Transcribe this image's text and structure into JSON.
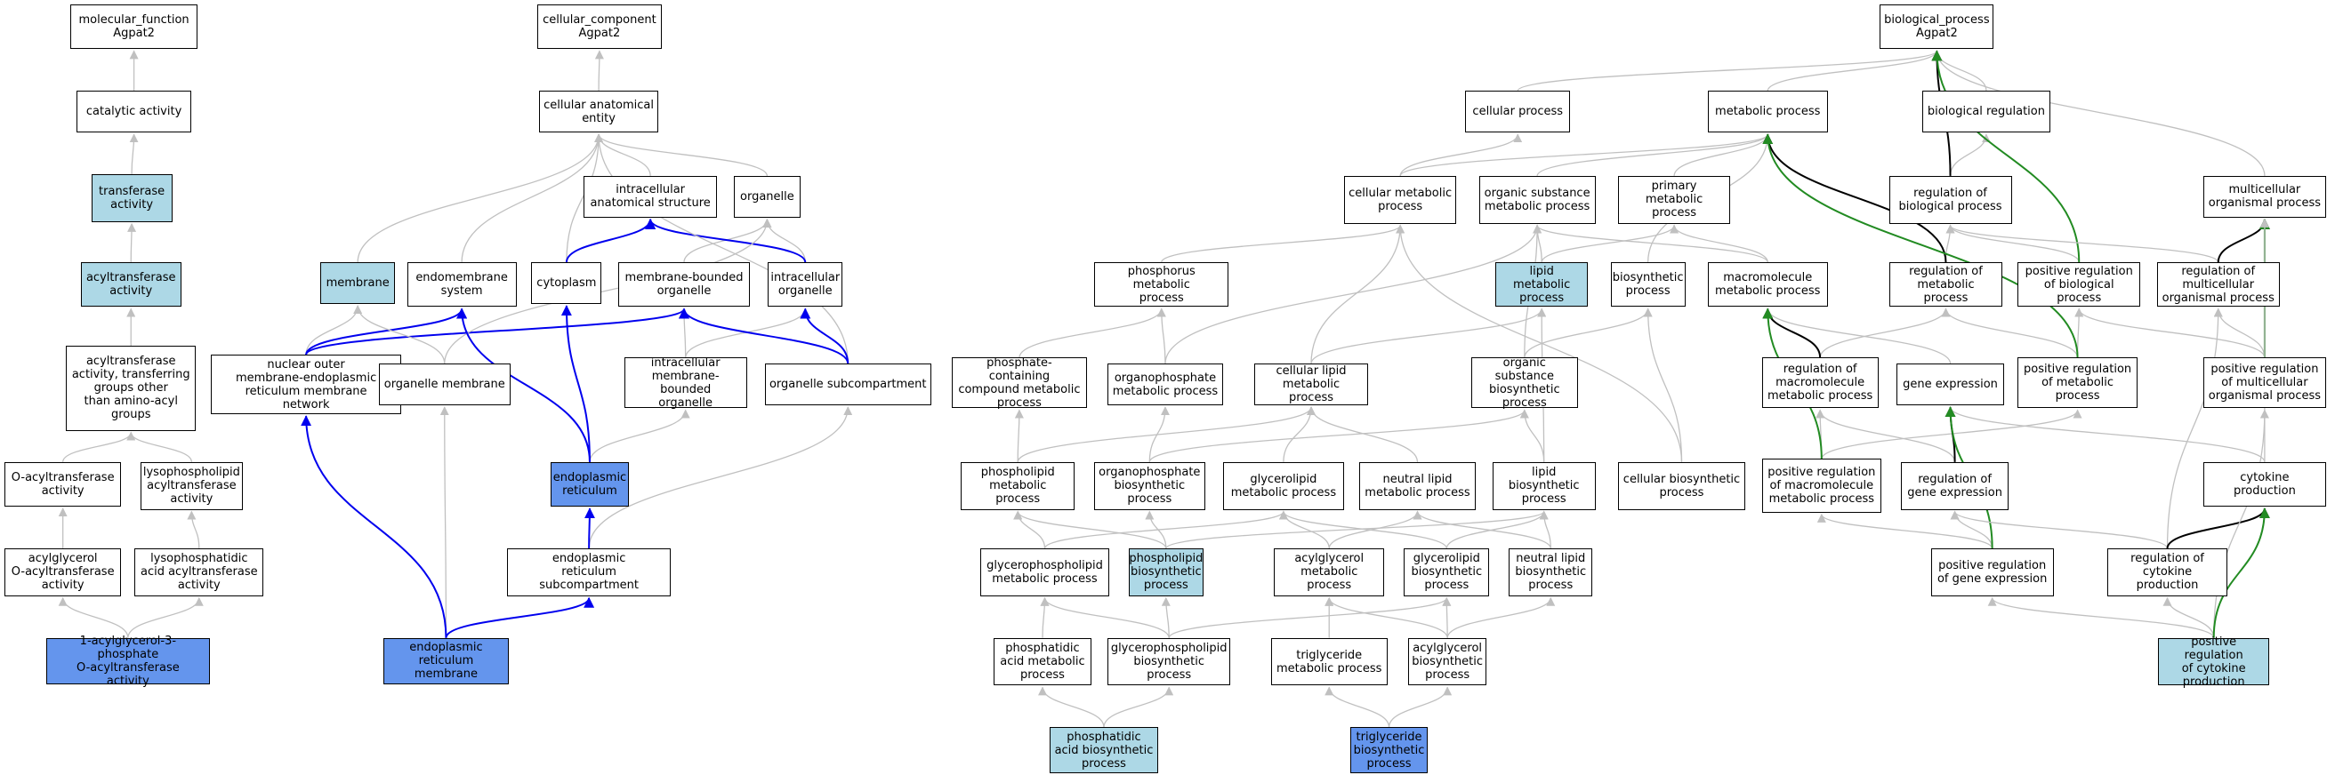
{
  "colors": {
    "white": "#ffffff",
    "lightblue": "#add8e6",
    "blue": "#6495ed",
    "gray": "#c0c0c0",
    "black": "#000000",
    "edge_blue": "#0000ee",
    "edge_green": "#228b22"
  },
  "nodes": [
    {
      "id": "mf",
      "label": "molecular_function\nAgpat2",
      "fill": "white"
    },
    {
      "id": "cat",
      "label": "catalytic activity",
      "fill": "white"
    },
    {
      "id": "trans",
      "label": "transferase\nactivity",
      "fill": "lightblue"
    },
    {
      "id": "acyl",
      "label": "acyltransferase\nactivity",
      "fill": "lightblue"
    },
    {
      "id": "acylother",
      "label": "acyltransferase\nactivity, transferring\ngroups other\nthan amino-acyl\ngroups",
      "fill": "white"
    },
    {
      "id": "oacyl",
      "label": "O-acyltransferase\nactivity",
      "fill": "white"
    },
    {
      "id": "lysoacyl",
      "label": "lysophospholipid\nacyltransferase\nactivity",
      "fill": "white"
    },
    {
      "id": "acylgly",
      "label": "acylglycerol\nO-acyltransferase\nactivity",
      "fill": "white"
    },
    {
      "id": "lpaacyl",
      "label": "lysophosphatidic\nacid acyltransferase\nactivity",
      "fill": "white"
    },
    {
      "id": "agpat",
      "label": "1-acylglycerol-3-phosphate\nO-acyltransferase\nactivity",
      "fill": "blue"
    },
    {
      "id": "cc",
      "label": "cellular_component\nAgpat2",
      "fill": "white"
    },
    {
      "id": "cae",
      "label": "cellular anatomical\nentity",
      "fill": "white"
    },
    {
      "id": "ias",
      "label": "intracellular\nanatomical structure",
      "fill": "white"
    },
    {
      "id": "organelle",
      "label": "organelle",
      "fill": "white"
    },
    {
      "id": "membrane",
      "label": "membrane",
      "fill": "lightblue"
    },
    {
      "id": "endomem",
      "label": "endomembrane\nsystem",
      "fill": "white"
    },
    {
      "id": "cytoplasm",
      "label": "cytoplasm",
      "fill": "white"
    },
    {
      "id": "mbo",
      "label": "membrane-bounded\norganelle",
      "fill": "white"
    },
    {
      "id": "intorg",
      "label": "intracellular\norganelle",
      "fill": "white"
    },
    {
      "id": "nuclear",
      "label": "nuclear outer\nmembrane-endoplasmic\nreticulum membrane\nnetwork",
      "fill": "white"
    },
    {
      "id": "orgmem",
      "label": "organelle membrane",
      "fill": "white"
    },
    {
      "id": "imbo",
      "label": "intracellular\nmembrane-bounded\norganelle",
      "fill": "white"
    },
    {
      "id": "orgsub",
      "label": "organelle subcompartment",
      "fill": "white"
    },
    {
      "id": "er",
      "label": "endoplasmic\nreticulum",
      "fill": "blue"
    },
    {
      "id": "ersub",
      "label": "endoplasmic\nreticulum subcompartment",
      "fill": "white"
    },
    {
      "id": "ermem",
      "label": "endoplasmic\nreticulum membrane",
      "fill": "blue"
    },
    {
      "id": "bp",
      "label": "biological_process\nAgpat2",
      "fill": "white"
    },
    {
      "id": "cellproc",
      "label": "cellular process",
      "fill": "white"
    },
    {
      "id": "metproc",
      "label": "metabolic process",
      "fill": "white"
    },
    {
      "id": "bioreg",
      "label": "biological regulation",
      "fill": "white"
    },
    {
      "id": "cellmet",
      "label": "cellular metabolic\nprocess",
      "fill": "white"
    },
    {
      "id": "orgsubmet",
      "label": "organic substance\nmetabolic process",
      "fill": "white"
    },
    {
      "id": "primet",
      "label": "primary metabolic\nprocess",
      "fill": "white"
    },
    {
      "id": "regbp",
      "label": "regulation of\nbiological process",
      "fill": "white"
    },
    {
      "id": "multi",
      "label": "multicellular\norganismal process",
      "fill": "white"
    },
    {
      "id": "phosmet",
      "label": "phosphorus metabolic\nprocess",
      "fill": "white"
    },
    {
      "id": "lipmet",
      "label": "lipid metabolic\nprocess",
      "fill": "lightblue"
    },
    {
      "id": "biosyn",
      "label": "biosynthetic\nprocess",
      "fill": "white"
    },
    {
      "id": "macromet",
      "label": "macromolecule\nmetabolic process",
      "fill": "white"
    },
    {
      "id": "regmet",
      "label": "regulation of\nmetabolic process",
      "fill": "white"
    },
    {
      "id": "posregbp",
      "label": "positive regulation\nof biological\nprocess",
      "fill": "white"
    },
    {
      "id": "regmulti",
      "label": "regulation of\nmulticellular\norganismal process",
      "fill": "white"
    },
    {
      "id": "phoscomp",
      "label": "phosphate-containing\ncompound metabolic\nprocess",
      "fill": "white"
    },
    {
      "id": "orgphosmet",
      "label": "organophosphate\nmetabolic process",
      "fill": "white"
    },
    {
      "id": "celllip",
      "label": "cellular lipid\nmetabolic process",
      "fill": "white"
    },
    {
      "id": "orgsubbio",
      "label": "organic substance\nbiosynthetic\nprocess",
      "fill": "white"
    },
    {
      "id": "regmacro",
      "label": "regulation of\nmacromolecule\nmetabolic process",
      "fill": "white"
    },
    {
      "id": "geneexp",
      "label": "gene expression",
      "fill": "white"
    },
    {
      "id": "posregmet",
      "label": "positive regulation\nof metabolic\nprocess",
      "fill": "white"
    },
    {
      "id": "posregmulti",
      "label": "positive regulation\nof multicellular\norganismal process",
      "fill": "white"
    },
    {
      "id": "phoslipmet",
      "label": "phospholipid\nmetabolic process",
      "fill": "white"
    },
    {
      "id": "orgphosbio",
      "label": "organophosphate\nbiosynthetic\nprocess",
      "fill": "white"
    },
    {
      "id": "glymet",
      "label": "glycerolipid\nmetabolic process",
      "fill": "white"
    },
    {
      "id": "neutmet",
      "label": "neutral lipid\nmetabolic process",
      "fill": "white"
    },
    {
      "id": "lipbio",
      "label": "lipid biosynthetic\nprocess",
      "fill": "white"
    },
    {
      "id": "cellbio",
      "label": "cellular biosynthetic\nprocess",
      "fill": "white"
    },
    {
      "id": "posregmacro",
      "label": "positive regulation\nof macromolecule\nmetabolic process",
      "fill": "white"
    },
    {
      "id": "reggene",
      "label": "regulation of\ngene expression",
      "fill": "white"
    },
    {
      "id": "cytprod",
      "label": "cytokine production",
      "fill": "white"
    },
    {
      "id": "gpmet",
      "label": "glycerophospholipid\nmetabolic process",
      "fill": "white"
    },
    {
      "id": "phoslipbio",
      "label": "phospholipid\nbiosynthetic\nprocess",
      "fill": "lightblue"
    },
    {
      "id": "acylglymet",
      "label": "acylglycerol\nmetabolic process",
      "fill": "white"
    },
    {
      "id": "glybio",
      "label": "glycerolipid\nbiosynthetic\nprocess",
      "fill": "white"
    },
    {
      "id": "neutbio",
      "label": "neutral lipid\nbiosynthetic\nprocess",
      "fill": "white"
    },
    {
      "id": "posreggene",
      "label": "positive regulation\nof gene expression",
      "fill": "white"
    },
    {
      "id": "regcyt",
      "label": "regulation of\ncytokine production",
      "fill": "white"
    },
    {
      "id": "pamet",
      "label": "phosphatidic\nacid metabolic\nprocess",
      "fill": "white"
    },
    {
      "id": "gpbio",
      "label": "glycerophospholipid\nbiosynthetic\nprocess",
      "fill": "white"
    },
    {
      "id": "tgmet",
      "label": "triglyceride\nmetabolic process",
      "fill": "white"
    },
    {
      "id": "acylglybio",
      "label": "acylglycerol\nbiosynthetic\nprocess",
      "fill": "white"
    },
    {
      "id": "posregcyt",
      "label": "positive regulation\nof cytokine\nproduction",
      "fill": "lightblue"
    },
    {
      "id": "pabio",
      "label": "phosphatidic\nacid biosynthetic\nprocess",
      "fill": "lightblue"
    },
    {
      "id": "tgbio",
      "label": "triglyceride\nbiosynthetic\nprocess",
      "fill": "blue"
    }
  ],
  "edges": [
    [
      "cat",
      "mf",
      "gray"
    ],
    [
      "trans",
      "cat",
      "gray"
    ],
    [
      "acyl",
      "trans",
      "gray"
    ],
    [
      "acylother",
      "acyl",
      "gray"
    ],
    [
      "oacyl",
      "acylother",
      "gray"
    ],
    [
      "lysoacyl",
      "acylother",
      "gray"
    ],
    [
      "acylgly",
      "oacyl",
      "gray"
    ],
    [
      "lpaacyl",
      "lysoacyl",
      "gray"
    ],
    [
      "agpat",
      "acylgly",
      "gray"
    ],
    [
      "agpat",
      "lpaacyl",
      "gray"
    ],
    [
      "cae",
      "cc",
      "gray"
    ],
    [
      "ias",
      "cae",
      "gray"
    ],
    [
      "organelle",
      "cae",
      "gray"
    ],
    [
      "membrane",
      "cae",
      "gray"
    ],
    [
      "endomem",
      "cae",
      "gray"
    ],
    [
      "cytoplasm",
      "cae",
      "gray"
    ],
    [
      "cytoplasm",
      "ias",
      "blue"
    ],
    [
      "mbo",
      "organelle",
      "gray"
    ],
    [
      "intorg",
      "organelle",
      "gray"
    ],
    [
      "intorg",
      "ias",
      "blue"
    ],
    [
      "nuclear",
      "membrane",
      "gray"
    ],
    [
      "nuclear",
      "endomem",
      "blue"
    ],
    [
      "nuclear",
      "mbo",
      "blue"
    ],
    [
      "orgmem",
      "membrane",
      "gray"
    ],
    [
      "orgmem",
      "organelle",
      "gray"
    ],
    [
      "imbo",
      "mbo",
      "gray"
    ],
    [
      "imbo",
      "intorg",
      "gray"
    ],
    [
      "orgsub",
      "cae",
      "gray"
    ],
    [
      "orgsub",
      "mbo",
      "blue"
    ],
    [
      "orgsub",
      "intorg",
      "blue"
    ],
    [
      "er",
      "imbo",
      "gray"
    ],
    [
      "er",
      "endomem",
      "blue"
    ],
    [
      "er",
      "cytoplasm",
      "blue"
    ],
    [
      "ersub",
      "orgsub",
      "gray"
    ],
    [
      "ersub",
      "er",
      "blue"
    ],
    [
      "ermem",
      "orgmem",
      "gray"
    ],
    [
      "ermem",
      "nuclear",
      "blue"
    ],
    [
      "ermem",
      "ersub",
      "blue"
    ],
    [
      "cellproc",
      "bp",
      "gray"
    ],
    [
      "metproc",
      "bp",
      "gray"
    ],
    [
      "bioreg",
      "bp",
      "gray"
    ],
    [
      "cellmet",
      "cellproc",
      "gray"
    ],
    [
      "cellmet",
      "metproc",
      "gray"
    ],
    [
      "orgsubmet",
      "metproc",
      "gray"
    ],
    [
      "primet",
      "metproc",
      "gray"
    ],
    [
      "regbp",
      "bioreg",
      "gray"
    ],
    [
      "regbp",
      "bp",
      "black"
    ],
    [
      "multi",
      "bp",
      "gray"
    ],
    [
      "phosmet",
      "cellmet",
      "gray"
    ],
    [
      "lipmet",
      "orgsubmet",
      "gray"
    ],
    [
      "lipmet",
      "primet",
      "gray"
    ],
    [
      "biosyn",
      "metproc",
      "gray"
    ],
    [
      "macromet",
      "orgsubmet",
      "gray"
    ],
    [
      "macromet",
      "primet",
      "gray"
    ],
    [
      "regmet",
      "regbp",
      "gray"
    ],
    [
      "regmet",
      "metproc",
      "black"
    ],
    [
      "posregbp",
      "regbp",
      "gray"
    ],
    [
      "posregbp",
      "bp",
      "green"
    ],
    [
      "regmulti",
      "regbp",
      "gray"
    ],
    [
      "regmulti",
      "multi",
      "black"
    ],
    [
      "phoscomp",
      "phosmet",
      "gray"
    ],
    [
      "orgphosmet",
      "phosmet",
      "gray"
    ],
    [
      "orgphosmet",
      "orgsubmet",
      "gray"
    ],
    [
      "celllip",
      "cellmet",
      "gray"
    ],
    [
      "celllip",
      "lipmet",
      "gray"
    ],
    [
      "orgsubbio",
      "orgsubmet",
      "gray"
    ],
    [
      "orgsubbio",
      "biosyn",
      "gray"
    ],
    [
      "regmacro",
      "regmet",
      "gray"
    ],
    [
      "regmacro",
      "macromet",
      "black"
    ],
    [
      "geneexp",
      "macromet",
      "gray"
    ],
    [
      "posregmet",
      "regmet",
      "gray"
    ],
    [
      "posregmet",
      "posregbp",
      "gray"
    ],
    [
      "posregmet",
      "metproc",
      "green"
    ],
    [
      "posregmulti",
      "regmulti",
      "gray"
    ],
    [
      "posregmulti",
      "posregbp",
      "gray"
    ],
    [
      "posregmulti",
      "multi",
      "green"
    ],
    [
      "phoslipmet",
      "phoscomp",
      "gray"
    ],
    [
      "phoslipmet",
      "celllip",
      "gray"
    ],
    [
      "orgphosbio",
      "orgphosmet",
      "gray"
    ],
    [
      "orgphosbio",
      "orgsubbio",
      "gray"
    ],
    [
      "glymet",
      "celllip",
      "gray"
    ],
    [
      "neutmet",
      "celllip",
      "gray"
    ],
    [
      "lipbio",
      "lipmet",
      "gray"
    ],
    [
      "lipbio",
      "orgsubbio",
      "gray"
    ],
    [
      "cellbio",
      "biosyn",
      "gray"
    ],
    [
      "cellbio",
      "cellmet",
      "gray"
    ],
    [
      "posregmacro",
      "regmacro",
      "gray"
    ],
    [
      "posregmacro",
      "posregmet",
      "gray"
    ],
    [
      "posregmacro",
      "macromet",
      "green"
    ],
    [
      "reggene",
      "regmacro",
      "gray"
    ],
    [
      "reggene",
      "geneexp",
      "black"
    ],
    [
      "cytprod",
      "multi",
      "gray"
    ],
    [
      "cytprod",
      "geneexp",
      "gray"
    ],
    [
      "gpmet",
      "phoslipmet",
      "gray"
    ],
    [
      "gpmet",
      "glymet",
      "gray"
    ],
    [
      "phoslipbio",
      "phoslipmet",
      "gray"
    ],
    [
      "phoslipbio",
      "orgphosbio",
      "gray"
    ],
    [
      "phoslipbio",
      "lipbio",
      "gray"
    ],
    [
      "acylglymet",
      "glymet",
      "gray"
    ],
    [
      "acylglymet",
      "neutmet",
      "gray"
    ],
    [
      "glybio",
      "glymet",
      "gray"
    ],
    [
      "glybio",
      "lipbio",
      "gray"
    ],
    [
      "neutbio",
      "neutmet",
      "gray"
    ],
    [
      "neutbio",
      "lipbio",
      "gray"
    ],
    [
      "posreggene",
      "reggene",
      "gray"
    ],
    [
      "posreggene",
      "posregmacro",
      "gray"
    ],
    [
      "posreggene",
      "geneexp",
      "green"
    ],
    [
      "regcyt",
      "reggene",
      "gray"
    ],
    [
      "regcyt",
      "regmulti",
      "gray"
    ],
    [
      "regcyt",
      "cytprod",
      "black"
    ],
    [
      "pamet",
      "gpmet",
      "gray"
    ],
    [
      "gpbio",
      "gpmet",
      "gray"
    ],
    [
      "gpbio",
      "phoslipbio",
      "gray"
    ],
    [
      "gpbio",
      "glybio",
      "gray"
    ],
    [
      "tgmet",
      "acylglymet",
      "gray"
    ],
    [
      "acylglybio",
      "acylglymet",
      "gray"
    ],
    [
      "acylglybio",
      "glybio",
      "gray"
    ],
    [
      "acylglybio",
      "neutbio",
      "gray"
    ],
    [
      "posregcyt",
      "regcyt",
      "gray"
    ],
    [
      "posregcyt",
      "posreggene",
      "gray"
    ],
    [
      "posregcyt",
      "posregmulti",
      "gray"
    ],
    [
      "posregcyt",
      "cytprod",
      "green"
    ],
    [
      "pabio",
      "pamet",
      "gray"
    ],
    [
      "pabio",
      "gpbio",
      "gray"
    ],
    [
      "tgbio",
      "tgmet",
      "gray"
    ],
    [
      "tgbio",
      "acylglybio",
      "gray"
    ]
  ]
}
